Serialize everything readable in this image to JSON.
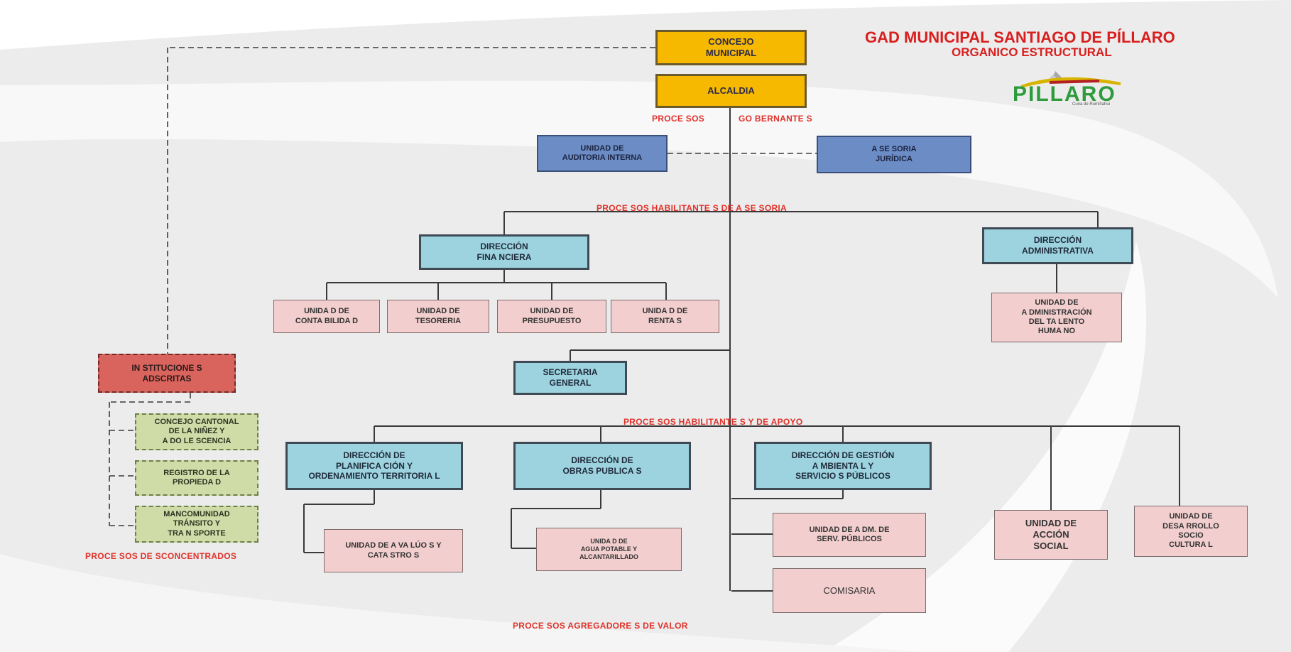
{
  "header": {
    "title": "GAD MUNICIPAL SANTIAGO DE PÍLLARO",
    "subtitle": "ORGANICO ESTRUCTURAL"
  },
  "logo": {
    "wordmark": "PILLARO",
    "caption": "Cuna de Rumiñahui",
    "icon": "municipal-crest-icon"
  },
  "colors": {
    "title_red": "#d91e1e",
    "gold": "#f7b800",
    "steel_blue": "#6b8cc4",
    "light_blue": "#9dd3df",
    "pink": "#f2cece",
    "red": "#d9645d",
    "green": "#cfdca8"
  },
  "labels": {
    "procesos": "PROCE SOS",
    "gobernantes": "GO BERNANTE S",
    "habilitantes_asesoria": "PROCE SOS HABILITANTE S DE A SE SORIA",
    "habilitantes_apoyo": "PROCE SOS HABILITANTE S Y DE APOYO",
    "desconcentrados": "PROCE SOS DE SCONCENTRADOS",
    "agregadores": "PROCE SOS AGREGADORE S DE VALOR"
  },
  "nodes": {
    "concejo": "CONCEJO\nMUNICIPAL",
    "alcaldia": "ALCALDIA",
    "auditoria": "UNIDAD DE\nAUDITORIA INTERNA",
    "asesoria": "A SE SORIA\nJURÍDICA",
    "dir_financiera": "DIRECCIÓN\nFINA NCIERA",
    "dir_administrativa": "DIRECCIÓN\nADMINISTRATIVA",
    "contabilidad": "UNIDA D DE\nCONTA BILIDA D",
    "tesoreria": "UNIDAD DE\nTESORERIA",
    "presupuesto": "UNIDAD DE\nPRESUPUESTO",
    "rentas": "UNIDA D DE\nRENTA S",
    "talento": "UNIDAD DE\nA DMINISTRACIÓN\nDEL TA LENTO\nHUMA NO",
    "secretaria": "SECRETARIA\nGENERAL",
    "instituciones": "IN STITUCIONE S\nADSCRITAS",
    "concejo_cantonal": "CONCEJO CANTONAL\nDE LA NIÑEZ Y\nA DO LE SCENCIA",
    "registro": "REGISTRO DE LA\nPROPIEDA D",
    "mancomunidad": "MANCOMUNIDAD\nTRÁNSITO Y\nTRA N SPORTE",
    "dir_planificacion": "DIRECCIÓN DE\nPLANIFICA CIÓN Y\nORDENAMIENTO TERRITORIA L",
    "dir_obras": "DIRECCIÓN DE\nOBRAS PUBLICA S",
    "dir_gestion": "DIRECCIÓN DE GESTIÓN\nA MBIENTA L Y\nSERVICIO S PÚBLICOS",
    "avaluos": "UNIDAD DE A VA LÚO S Y\nCATA STRO S",
    "agua": "UNIDA D DE\nAGUA POTABLE Y\nALCANTARILLADO",
    "adm_serv": "UNIDAD DE A DM. DE\nSERV. PÚBLICOS",
    "comisaria": "COMISARIA",
    "accion_social": "UNIDAD DE\nACCIÓN\nSOCIAL",
    "desarrollo": "UNIDAD DE\nDESA RROLLO\nSOCIO\nCULTURA L"
  }
}
